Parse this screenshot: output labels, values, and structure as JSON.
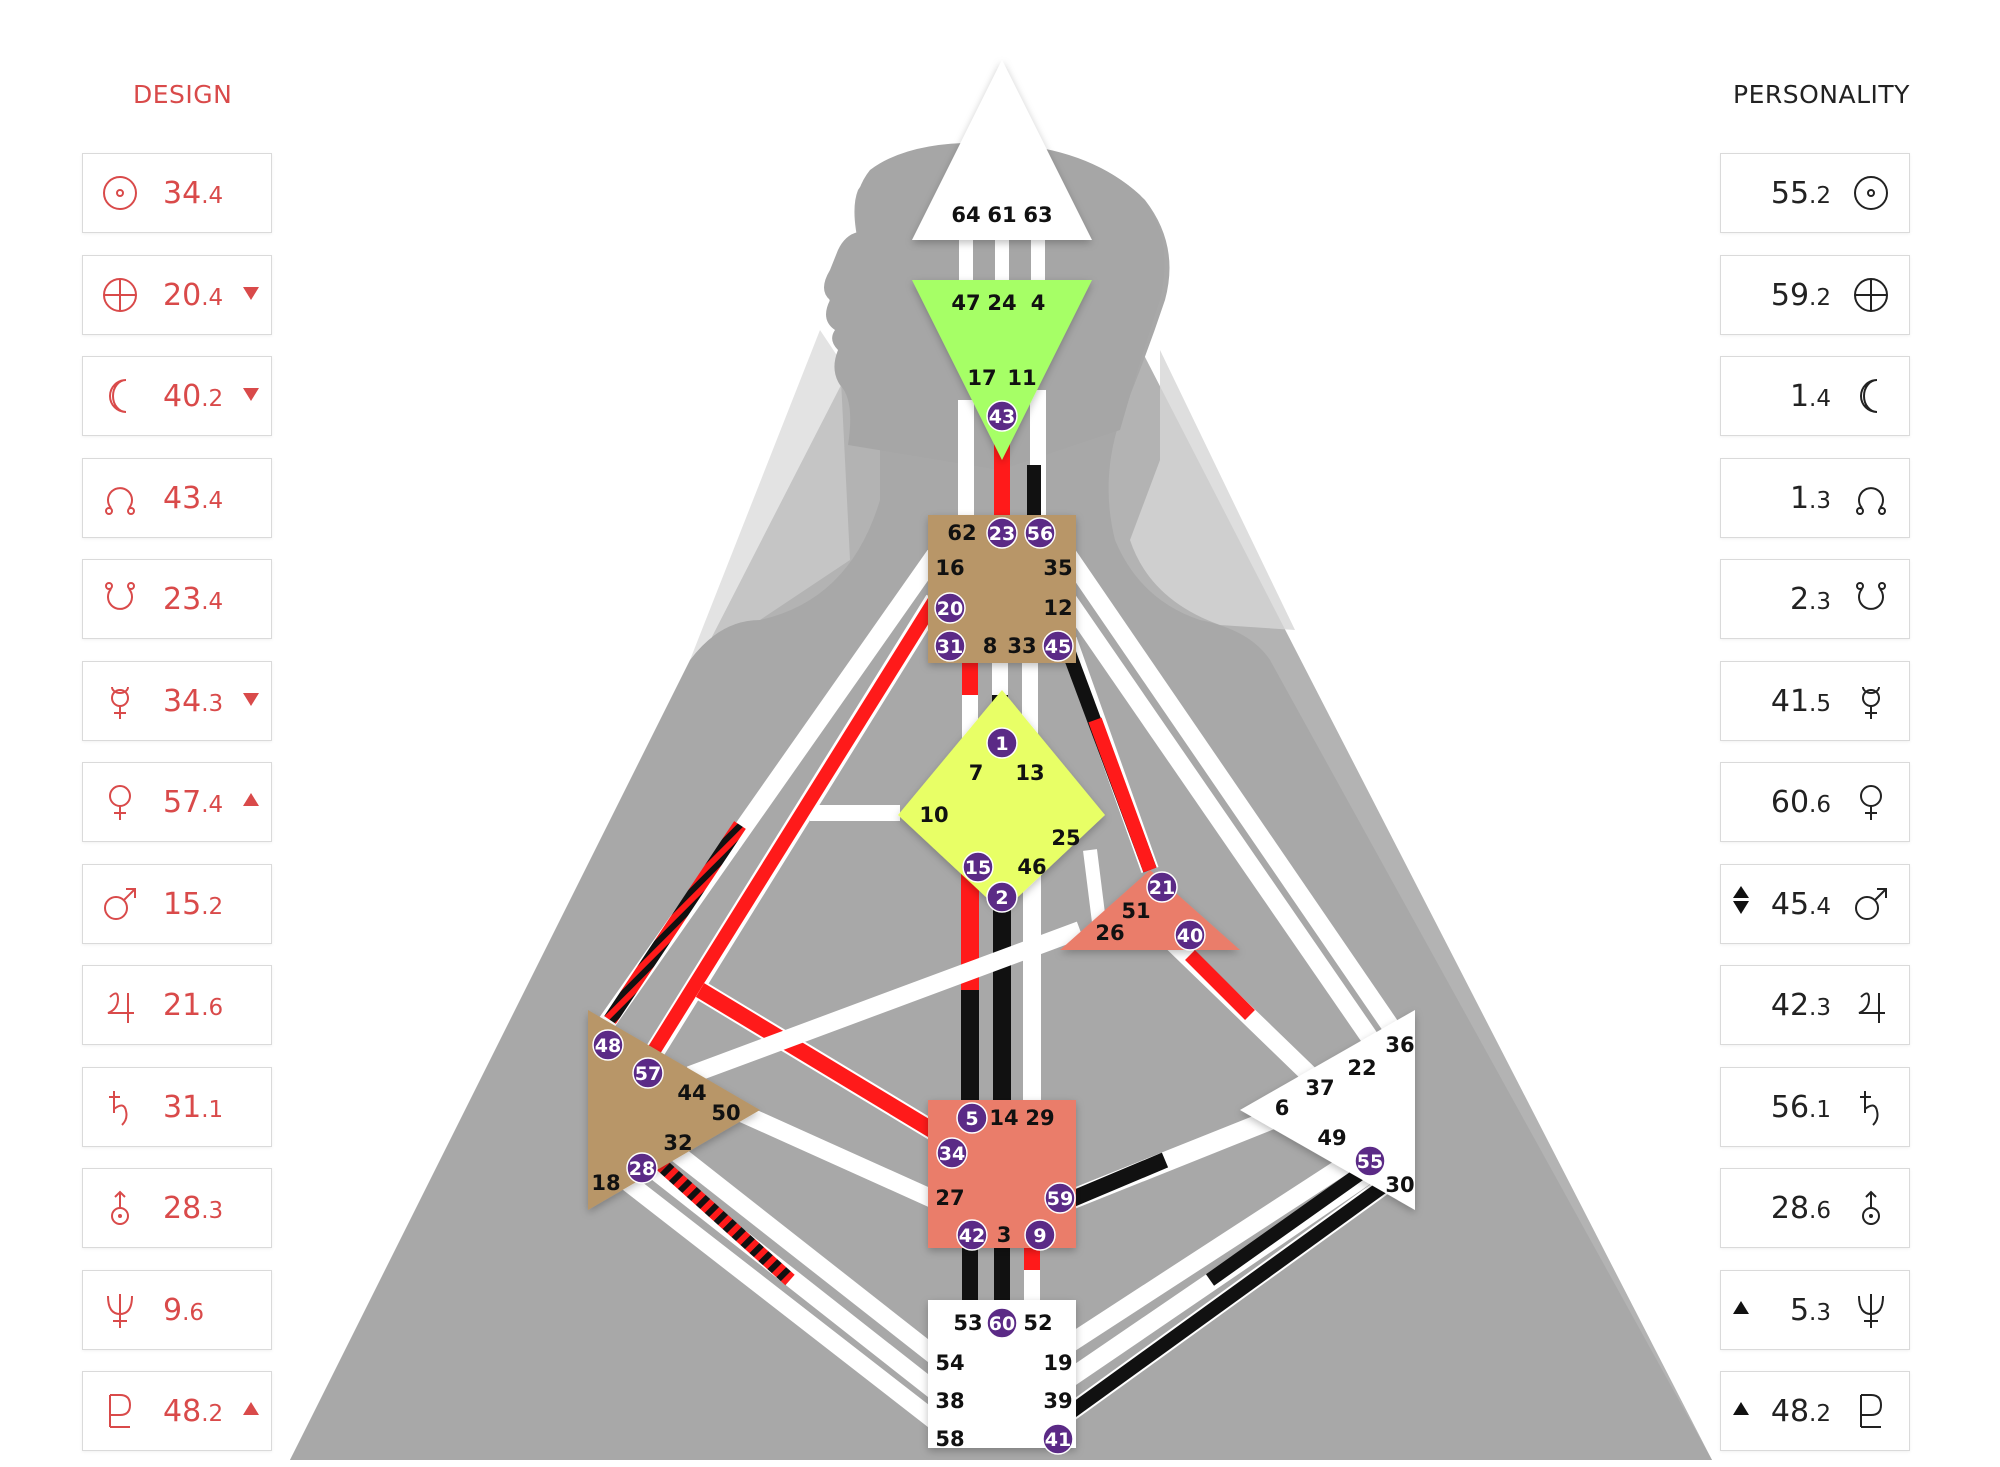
{
  "design": {
    "title": "DESIGN",
    "color": "#d94a4a",
    "rows": [
      {
        "planet": "sun-icon",
        "gate": "34",
        "line": ".4",
        "marker": ""
      },
      {
        "planet": "earth-icon",
        "gate": "20",
        "line": ".4",
        "marker": "down"
      },
      {
        "planet": "moon-icon",
        "gate": "40",
        "line": ".2",
        "marker": "down"
      },
      {
        "planet": "north-node-icon",
        "gate": "43",
        "line": ".4",
        "marker": ""
      },
      {
        "planet": "south-node-icon",
        "gate": "23",
        "line": ".4",
        "marker": ""
      },
      {
        "planet": "mercury-icon",
        "gate": "34",
        "line": ".3",
        "marker": "down"
      },
      {
        "planet": "venus-icon",
        "gate": "57",
        "line": ".4",
        "marker": "up"
      },
      {
        "planet": "mars-icon",
        "gate": "15",
        "line": ".2",
        "marker": ""
      },
      {
        "planet": "jupiter-icon",
        "gate": "21",
        "line": ".6",
        "marker": ""
      },
      {
        "planet": "saturn-icon",
        "gate": "31",
        "line": ".1",
        "marker": ""
      },
      {
        "planet": "uranus-icon",
        "gate": "28",
        "line": ".3",
        "marker": ""
      },
      {
        "planet": "neptune-icon",
        "gate": "9",
        "line": ".6",
        "marker": ""
      },
      {
        "planet": "pluto-icon",
        "gate": "48",
        "line": ".2",
        "marker": "up"
      }
    ]
  },
  "personality": {
    "title": "PERSONALITY",
    "color": "#222222",
    "rows": [
      {
        "planet": "sun-icon",
        "gate": "55",
        "line": ".2",
        "marker": ""
      },
      {
        "planet": "earth-icon",
        "gate": "59",
        "line": ".2",
        "marker": ""
      },
      {
        "planet": "moon-icon",
        "gate": "1",
        "line": ".4",
        "marker": ""
      },
      {
        "planet": "north-node-icon",
        "gate": "1",
        "line": ".3",
        "marker": ""
      },
      {
        "planet": "south-node-icon",
        "gate": "2",
        "line": ".3",
        "marker": ""
      },
      {
        "planet": "mercury-icon",
        "gate": "41",
        "line": ".5",
        "marker": ""
      },
      {
        "planet": "venus-icon",
        "gate": "60",
        "line": ".6",
        "marker": ""
      },
      {
        "planet": "mars-icon",
        "gate": "45",
        "line": ".4",
        "marker": "both"
      },
      {
        "planet": "jupiter-icon",
        "gate": "42",
        "line": ".3",
        "marker": ""
      },
      {
        "planet": "saturn-icon",
        "gate": "56",
        "line": ".1",
        "marker": ""
      },
      {
        "planet": "uranus-icon",
        "gate": "28",
        "line": ".6",
        "marker": ""
      },
      {
        "planet": "neptune-icon",
        "gate": "5",
        "line": ".3",
        "marker": "up"
      },
      {
        "planet": "pluto-icon",
        "gate": "48",
        "line": ".2",
        "marker": "up"
      }
    ]
  },
  "colors": {
    "design": "#ff1a1a",
    "personality": "#111111",
    "channel_bg": "#ffffff",
    "gate_circle": "#5b2a86",
    "head": "#a6ff66",
    "ajna": "#a6ff66",
    "g": "#e8ff66",
    "throat": "#b89668",
    "spleen": "#b89668",
    "ego": "#ea7d6b",
    "sacral": "#ea7d6b",
    "solar_plexus": "#ffffff",
    "root": "#ffffff"
  },
  "centers": {
    "head": {
      "gates": [
        "64",
        "61",
        "63"
      ]
    },
    "ajna": {
      "gates": [
        "47",
        "24",
        "4",
        "17",
        "11",
        "43"
      ]
    },
    "throat": {
      "gates": [
        "62",
        "23",
        "56",
        "16",
        "35",
        "20",
        "12",
        "31",
        "8",
        "33",
        "45"
      ]
    },
    "g": {
      "gates": [
        "1",
        "7",
        "13",
        "10",
        "25",
        "15",
        "46",
        "2"
      ]
    },
    "ego": {
      "gates": [
        "21",
        "51",
        "26",
        "40"
      ]
    },
    "spleen": {
      "gates": [
        "48",
        "57",
        "44",
        "50",
        "32",
        "28",
        "18"
      ]
    },
    "sacral": {
      "gates": [
        "5",
        "14",
        "29",
        "34",
        "27",
        "59",
        "42",
        "3",
        "9"
      ]
    },
    "solar_plexus": {
      "gates": [
        "36",
        "22",
        "37",
        "6",
        "49",
        "55",
        "30"
      ]
    },
    "root": {
      "gates": [
        "53",
        "60",
        "52",
        "54",
        "19",
        "38",
        "39",
        "58",
        "41"
      ]
    }
  },
  "active_gates": [
    "43",
    "23",
    "56",
    "20",
    "31",
    "45",
    "1",
    "15",
    "2",
    "21",
    "40",
    "48",
    "57",
    "28",
    "5",
    "34",
    "59",
    "42",
    "9",
    "55",
    "60",
    "41"
  ]
}
